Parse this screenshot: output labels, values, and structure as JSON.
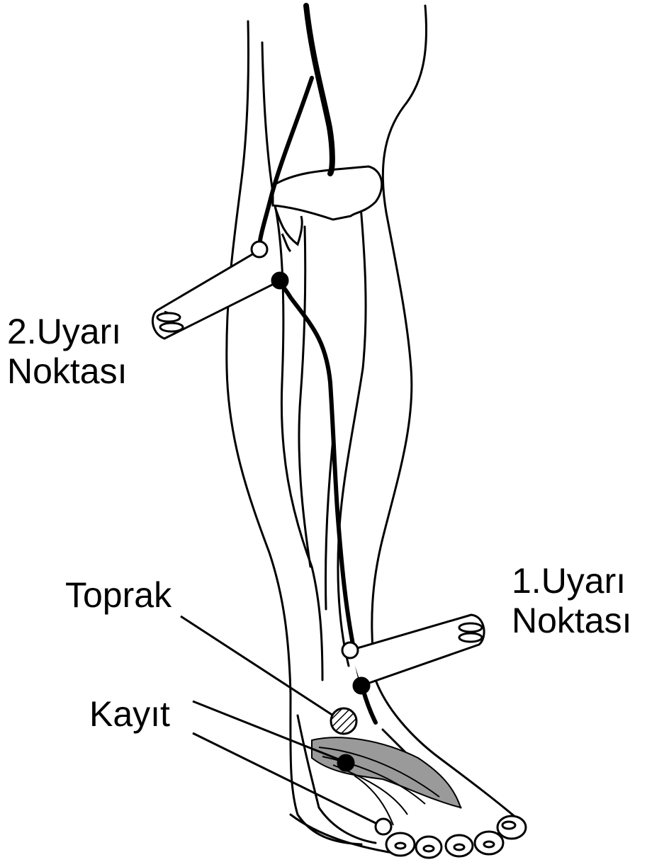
{
  "labels": {
    "stimulation_point_2": [
      "2.Uyarı",
      "Noktası"
    ],
    "stimulation_point_1": [
      "1.Uyarı",
      "Noktası"
    ],
    "ground": "Toprak",
    "recording": "Kayıt"
  },
  "colors": {
    "ink": "#000000",
    "paper": "#ffffff",
    "muscle": "#9a9a9a",
    "ground_hatch": "#000000"
  },
  "icons": {
    "stimulator_probe": "stimulator-probe-icon",
    "electrode_anode": "anode-open-circle",
    "electrode_cathode": "cathode-filled-circle",
    "ground_electrode": "hatched-circle"
  }
}
